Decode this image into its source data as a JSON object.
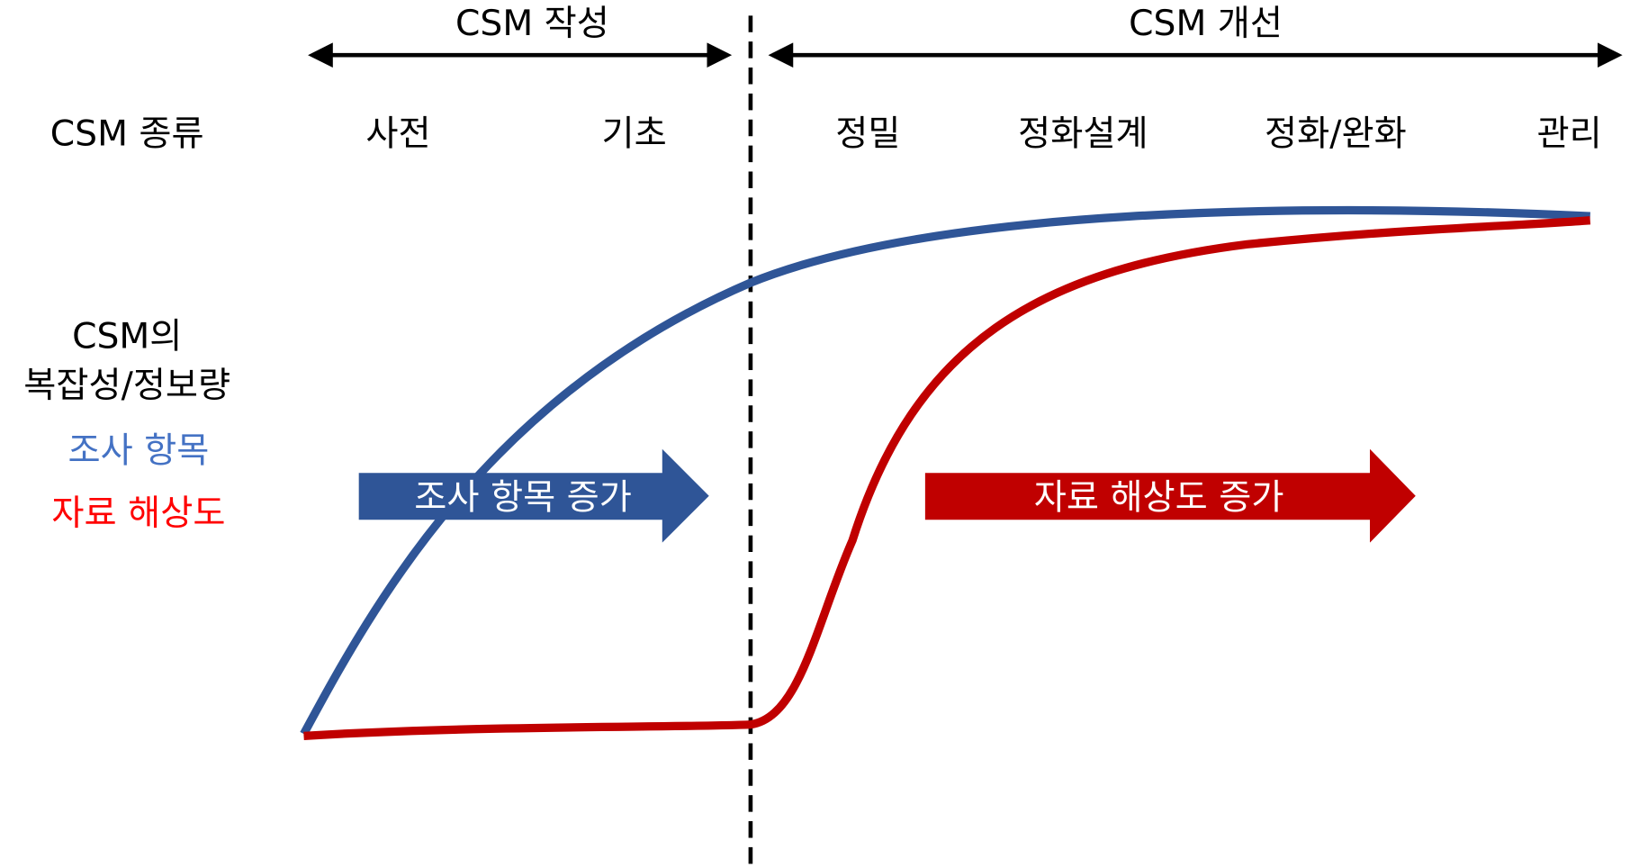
{
  "phases": {
    "left": "CSM 작성",
    "right": "CSM 개선"
  },
  "row_label": "CSM 종류",
  "stages": [
    "사전",
    "기초",
    "정밀",
    "정화설계",
    "정화/완화",
    "관리"
  ],
  "y_label": {
    "line1": "CSM의",
    "line2": "복잡성/정보량"
  },
  "legend": [
    {
      "label": "조사 항목",
      "color": "#4472C4"
    },
    {
      "label": "자료 해상도",
      "color": "#FF0000"
    }
  ],
  "arrows": [
    {
      "label": "조사 항목 증가",
      "color": "#2F5597"
    },
    {
      "label": "자료 해상도 증가",
      "color": "#C00000"
    }
  ],
  "colors": {
    "blue_curve": "#2F5597",
    "red_curve": "#C00000"
  }
}
